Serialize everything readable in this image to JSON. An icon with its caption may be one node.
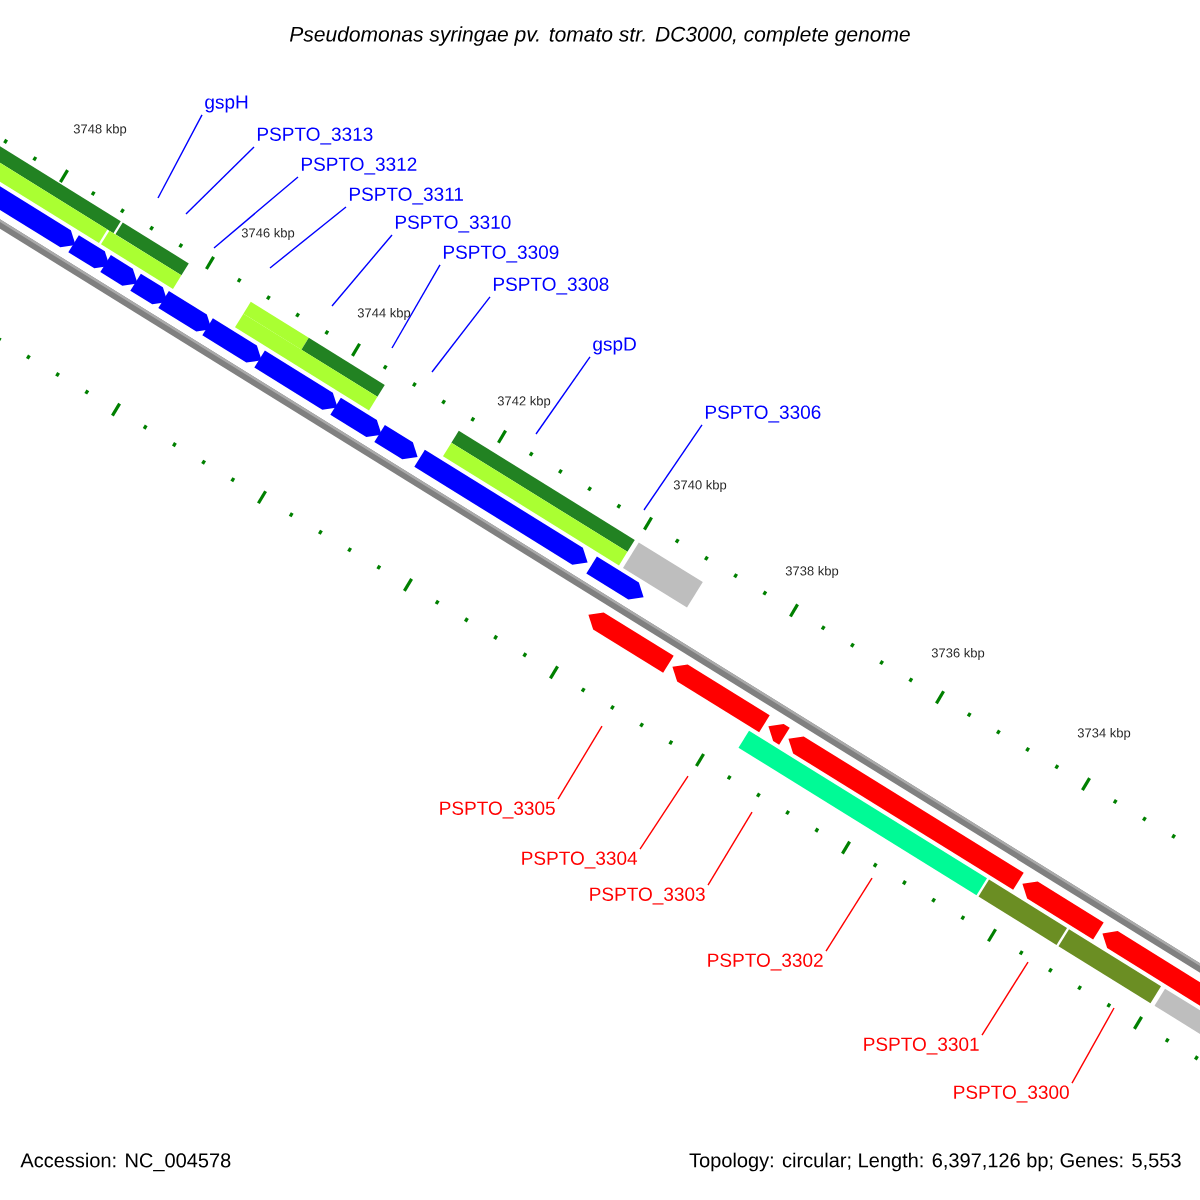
{
  "diagram": {
    "title": "Pseudomonas syringae pv. tomato str. DC3000, complete genome",
    "nodes": [
      {
        "text": [
          "gspH"
        ]
      },
      {
        "text": [
          "PSPTO_3313"
        ]
      },
      {
        "text": [
          "PSPTO_3312"
        ]
      },
      {
        "text": [
          "PSPTO_3311"
        ]
      },
      {
        "text": [
          "PSPTO_3310"
        ]
      },
      {
        "text": [
          "PSPTO_3309"
        ]
      },
      {
        "text": [
          "PSPTO_3308"
        ]
      },
      {
        "text": [
          "gspD"
        ]
      },
      {
        "text": [
          "PSPTO_3306"
        ]
      },
      {
        "text": [
          "PSPTO_3305"
        ]
      },
      {
        "text": [
          "PSPTO_3304"
        ]
      },
      {
        "text": [
          "PSPTO_3303"
        ]
      },
      {
        "text": [
          "PSPTO_3302"
        ]
      },
      {
        "text": [
          "PSPTO_3301"
        ]
      },
      {
        "text": [
          "PSPTO_3300"
        ]
      }
    ],
    "edges": [
      {
        "from": 0,
        "to": null,
        "arrow": "none"
      },
      {
        "from": 1,
        "to": null,
        "arrow": "none"
      },
      {
        "from": 2,
        "to": null,
        "arrow": "none"
      },
      {
        "from": 3,
        "to": null,
        "arrow": "none"
      },
      {
        "from": 4,
        "to": null,
        "arrow": "none"
      },
      {
        "from": 5,
        "to": null,
        "arrow": "none"
      },
      {
        "from": 6,
        "to": null,
        "arrow": "none"
      },
      {
        "from": 7,
        "to": null,
        "arrow": "none"
      },
      {
        "from": 8,
        "to": null,
        "arrow": "none"
      },
      {
        "from": 9,
        "to": null,
        "arrow": "none",
        "color": "#ff0000"
      },
      {
        "from": 10,
        "to": null,
        "arrow": "none",
        "color": "#ff0000"
      },
      {
        "from": 11,
        "to": null,
        "arrow": "none",
        "color": "#ff0000"
      },
      {
        "from": 12,
        "to": null,
        "arrow": "none",
        "color": "#ff0000"
      },
      {
        "from": 13,
        "to": null,
        "arrow": "none",
        "color": "#ff0000"
      },
      {
        "from": 14,
        "to": null,
        "arrow": "none",
        "color": "#ff0000"
      }
    ],
    "labels": [
      "3748 kbp",
      "3746 kbp",
      "3744 kbp",
      "3742 kbp",
      "3740 kbp",
      "3738 kbp",
      "3736 kbp",
      "3734 kbp",
      "Accession: NC_004578",
      "Topology: circular; Length: 6,397,126 bp; Genes: 5,553"
    ]
  }
}
